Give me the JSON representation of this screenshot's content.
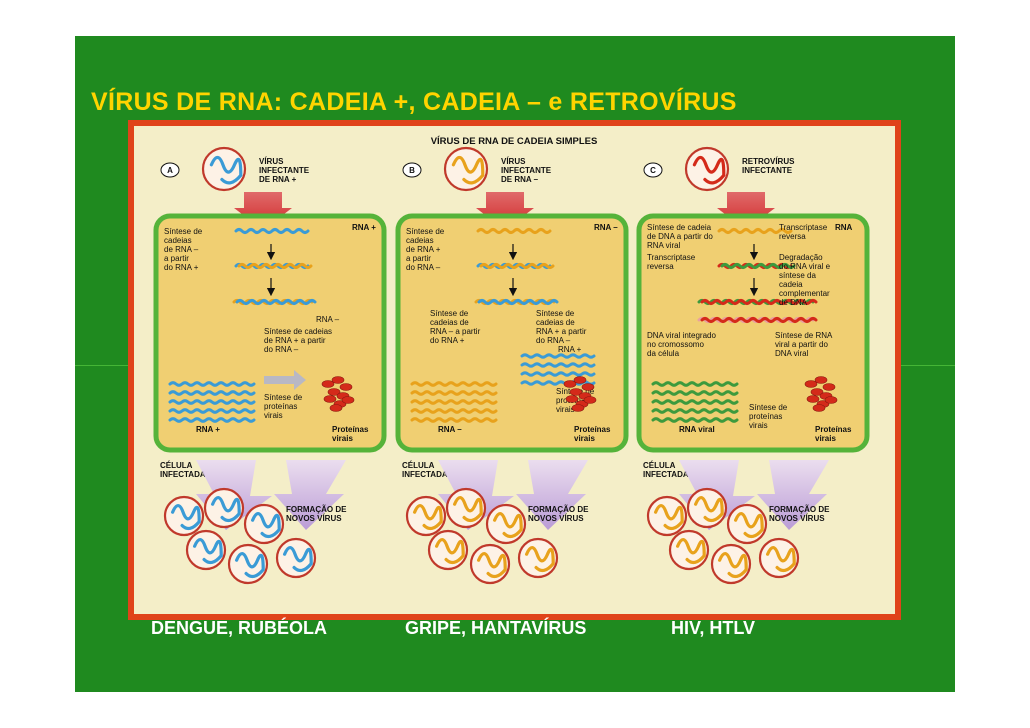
{
  "title": "VÍRUS DE RNA: CADEIA +, CADEIA – e RETROVÍRUS",
  "colors": {
    "slide_background": "#1f8a1f",
    "title": "#ffd400",
    "frame": "#e0431a",
    "cell": "#f0cf72",
    "cell_border": "#55b33a",
    "rna_plus": "#3a9bd6",
    "rna_minus": "#e8a21c",
    "dna": "#3d9a3d",
    "protein": "#d42a1a"
  },
  "diagram": {
    "heading": "VÍRUS DE RNA DE CADEIA SIMPLES",
    "panels": [
      {
        "letter": "A",
        "virus_label": [
          "VÍRUS",
          "INFECTANTE",
          "DE RNA +"
        ],
        "genome_label": "RNA +",
        "step_labels": [
          [
            "Síntese de",
            "cadeias",
            "de RNA –",
            "a partir",
            "do RNA +"
          ],
          [
            "RNA –"
          ],
          [
            "Síntese de cadeias",
            "de RNA + a partir",
            "do RNA –"
          ],
          [
            "Síntese de",
            "proteínas",
            "virais"
          ]
        ],
        "bottom_left_label": "RNA +",
        "proteins_label": [
          "Proteínas",
          "virais"
        ],
        "cell_label": [
          "CÉLULA",
          "INFECTADA"
        ],
        "formation_label": [
          "FORMAÇÃO DE",
          "NOVOS VÍRUS"
        ]
      },
      {
        "letter": "B",
        "virus_label": [
          "VÍRUS",
          "INFECTANTE",
          "DE RNA –"
        ],
        "genome_label": "RNA –",
        "step_labels": [
          [
            "Síntese de",
            "cadeias",
            "de RNA +",
            "a partir",
            "do RNA –"
          ],
          [
            "Síntese de",
            "cadeias de",
            "RNA – a partir",
            "do RNA +"
          ],
          [
            "Síntese de",
            "cadeias de",
            "RNA + a partir",
            "do RNA –"
          ],
          [
            "RNA +"
          ],
          [
            "Síntese de",
            "proteínas",
            "virais"
          ]
        ],
        "bottom_left_label": "RNA –",
        "proteins_label": [
          "Proteínas",
          "virais"
        ],
        "cell_label": [
          "CÉLULA",
          "INFECTADA"
        ],
        "formation_label": [
          "FORMAÇÃO DE",
          "NOVOS VÍRUS"
        ]
      },
      {
        "letter": "C",
        "virus_label": [
          "RETROVÍRUS",
          "INFECTANTE"
        ],
        "genome_label": "RNA",
        "step_labels": [
          [
            "Síntese de cadeia",
            "de DNA a partir do",
            "RNA viral"
          ],
          [
            "Transcriptase",
            "reversa"
          ],
          [
            "Transcriptase",
            "reversa"
          ],
          [
            "Degradação",
            "do RNA viral e",
            "síntese da",
            "cadeia",
            "complementar",
            "de DNA"
          ],
          [
            "DNA viral integrado",
            "no cromossomo",
            "da célula"
          ],
          [
            "Síntese de RNA",
            "viral a partir do",
            "DNA viral"
          ],
          [
            "Síntese de",
            "proteínas",
            "virais"
          ]
        ],
        "bottom_left_label": "RNA viral",
        "proteins_label": [
          "Proteínas",
          "virais"
        ],
        "cell_label": [
          "CÉLULA",
          "INFECTADA"
        ],
        "formation_label": [
          "FORMAÇÃO DE",
          "NOVOS VÍRUS"
        ]
      }
    ]
  },
  "examples": [
    "DENGUE, RUBÉOLA",
    "GRIPE, HANTAVÍRUS",
    "HIV, HTLV"
  ]
}
